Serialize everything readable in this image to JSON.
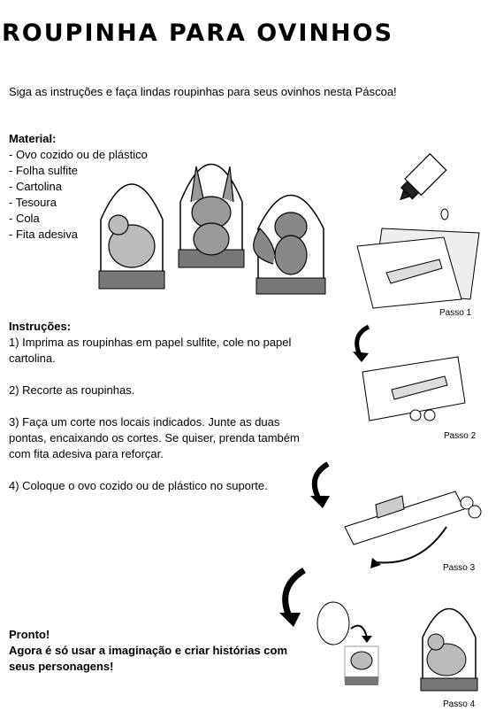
{
  "title": "ROUPINHA PARA OVINHOS",
  "intro": "Siga as instruções e faça lindas roupinhas para seus ovinhos nesta Páscoa!",
  "material": {
    "heading": "Material:",
    "items": [
      "- Ovo cozido ou de plástico",
      "- Folha sulfite",
      "- Cartolina",
      "- Tesoura",
      "- Cola",
      "- Fita adesiva"
    ]
  },
  "instrucoes": {
    "heading": "Instruções:",
    "steps": [
      "1) Imprima as roupinhas em papel sulfite, cole no papel cartolina.",
      "2) Recorte as roupinhas.",
      "3) Faça um corte nos locais indicados. Junte as duas pontas, encaixando os cortes. Se quiser, prenda também com fita adesiva para reforçar.",
      "4) Coloque o ovo cozido ou de plástico no suporte."
    ]
  },
  "pronto": {
    "heading": "Pronto!",
    "text": "Agora é só usar a imaginação e criar histórias com seus personagens!"
  },
  "passos": [
    "Passo 1",
    "Passo 2",
    "Passo 3",
    "Passo 4"
  ]
}
